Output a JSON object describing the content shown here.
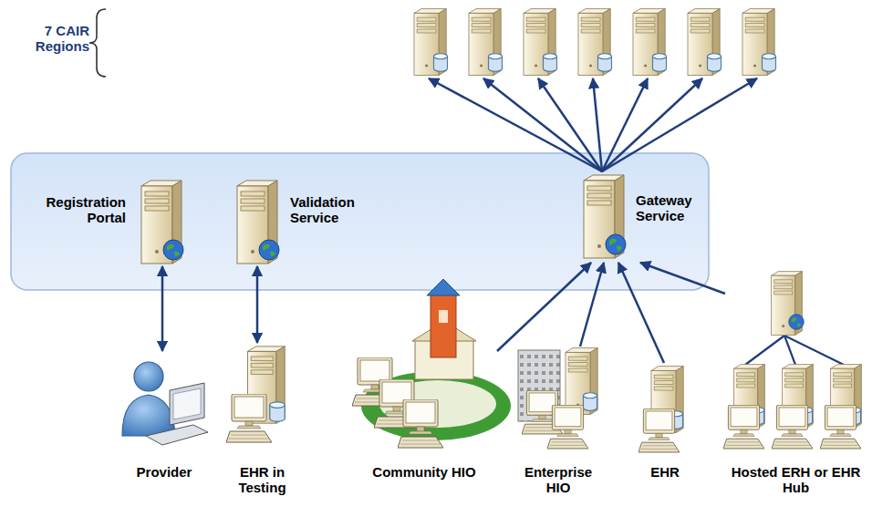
{
  "diagram": {
    "nodes": [
      {
        "text": [
          "7 CAIR Regions"
        ]
      },
      {
        "text": [
          "Registration Portal"
        ]
      },
      {
        "text": [
          "Validation Service"
        ]
      },
      {
        "text": [
          "Gateway Service"
        ]
      },
      {
        "text": [
          "Provider"
        ]
      },
      {
        "text": [
          "EHR in Testing"
        ]
      },
      {
        "text": [
          "Community HIO"
        ]
      },
      {
        "text": [
          "Enterprise HIO"
        ]
      },
      {
        "text": [
          "EHR"
        ]
      },
      {
        "text": [
          "Hosted ERH or EHR Hub"
        ]
      }
    ],
    "edges": [
      {
        "from": 3,
        "to": 0,
        "arrow": "to"
      },
      {
        "from": 3,
        "to": 0,
        "arrow": "to"
      },
      {
        "from": 3,
        "to": 0,
        "arrow": "to"
      },
      {
        "from": 3,
        "to": 0,
        "arrow": "to"
      },
      {
        "from": 3,
        "to": 0,
        "arrow": "to"
      },
      {
        "from": 3,
        "to": 0,
        "arrow": "to"
      },
      {
        "from": 3,
        "to": 0,
        "arrow": "to"
      },
      {
        "from": 4,
        "to": 1,
        "arrow": "both"
      },
      {
        "from": 5,
        "to": 2,
        "arrow": "both"
      },
      {
        "from": 6,
        "to": 3,
        "arrow": "to"
      },
      {
        "from": 7,
        "to": 3,
        "arrow": "to"
      },
      {
        "from": 8,
        "to": 3,
        "arrow": "to"
      },
      {
        "from": 9,
        "to": 3,
        "arrow": "to"
      }
    ]
  }
}
